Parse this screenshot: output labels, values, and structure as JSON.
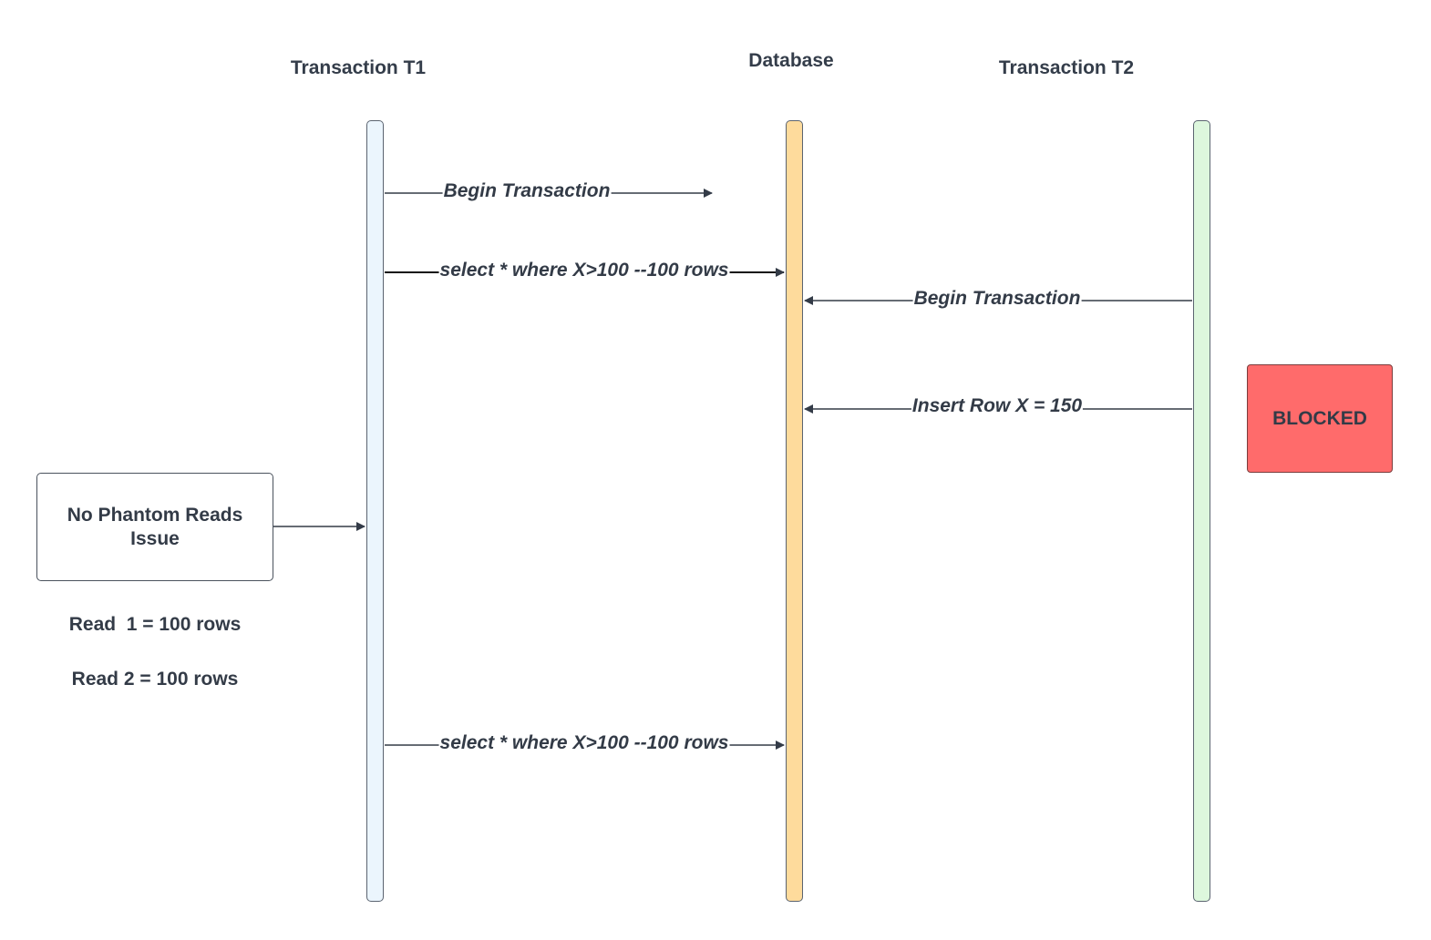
{
  "lanes": {
    "t1": {
      "title": "Transaction T1",
      "fill": "#ebf5fd"
    },
    "db": {
      "title": "Database",
      "fill": "#fedb9c"
    },
    "t2": {
      "title": "Transaction T2",
      "fill": "#ddf7dd"
    }
  },
  "messages": {
    "t1_begin": "Begin Transaction",
    "t1_select_1": "select * where X>100 --100 rows",
    "t2_begin": "Begin Transaction",
    "t2_insert": "Insert Row X = 150",
    "t1_select_2": "select * where X>100 --100 rows"
  },
  "notes": {
    "no_phantom": "No Phantom Reads Issue",
    "blocked": "BLOCKED",
    "blocked_color": "#ff6b6b",
    "read_1": "Read  1 = 100 rows",
    "read_2": "Read 2 = 100 rows"
  }
}
